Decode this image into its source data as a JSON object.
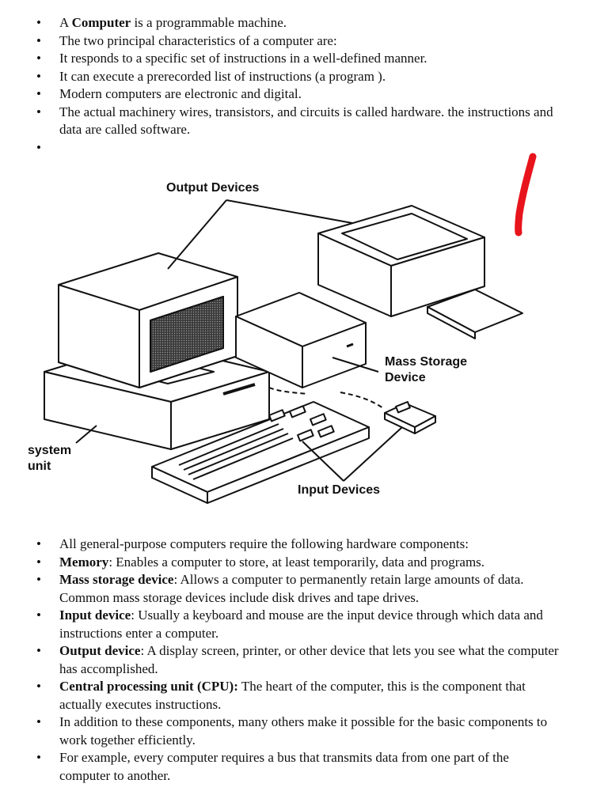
{
  "intro_bullets": [
    {
      "bold": "",
      "text_pre": "A ",
      "bold_mid": "Computer",
      "text": " is a programmable machine."
    },
    {
      "bold": "",
      "text_pre": " The two principal characteristics of a computer are:",
      "bold_mid": "",
      "text": ""
    },
    {
      "bold": "",
      "text_pre": "It responds to a specific set of instructions in a well-defined manner.",
      "bold_mid": "",
      "text": ""
    },
    {
      "bold": "",
      "text_pre": "It can execute a prerecorded list of instructions (a program ).",
      "bold_mid": "",
      "text": ""
    },
    {
      "bold": "",
      "text_pre": "Modern computers are electronic and digital.",
      "bold_mid": "",
      "text": ""
    },
    {
      "bold": "",
      "text_pre": "The actual machinery wires, transistors, and circuits is called hardware. the instructions and data are called software.",
      "bold_mid": "",
      "text": ""
    },
    {
      "bold": "",
      "text_pre": "",
      "bold_mid": "",
      "text": ""
    }
  ],
  "diagram_labels": {
    "output": "Output Devices",
    "mass_line1": "Mass Storage",
    "mass_line2": "Device",
    "system_line1": "system",
    "system_line2": "unit",
    "input": "Input Devices"
  },
  "hardware_bullets": [
    {
      "bold": "",
      "text": "All general-purpose computers require the following hardware components:"
    },
    {
      "bold": "Memory",
      "text": ": Enables a computer to store, at least temporarily, data and programs."
    },
    {
      "bold": "Mass storage device",
      "text": ": Allows a computer to permanently retain large amounts of data. Common mass storage devices include disk drives and tape drives."
    },
    {
      "bold": "Input device",
      "text": ": Usually a keyboard and mouse are the input device through which data and instructions enter a computer."
    },
    {
      "bold": "Output device",
      "text": ": A display screen, printer, or other device that lets you see what the computer has accomplished."
    },
    {
      "bold": "Central processing unit (CPU):",
      "text": " The heart of the computer, this is the component that actually executes instructions."
    },
    {
      "bold": "",
      "text": "In addition to these components, many others make it possible for the basic components to work together efficiently."
    },
    {
      "bold": "",
      "text": "For example, every computer requires a bus that transmits data from one part of the computer to another."
    }
  ],
  "bullet_glyph": "•",
  "annotation_color": "#e8141c"
}
